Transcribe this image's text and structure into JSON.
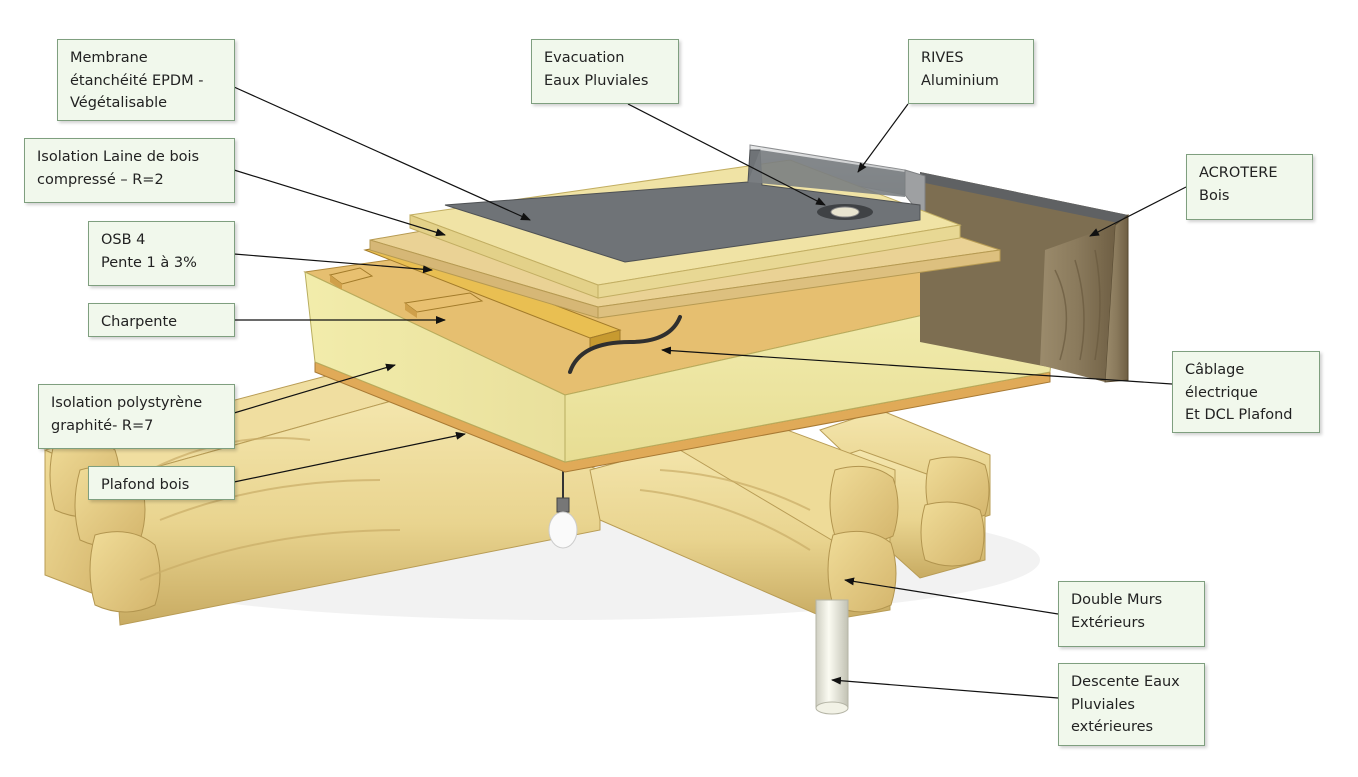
{
  "labels": {
    "membrane": [
      "Membrane",
      "étanchéité EPDM -",
      "Végétalisable"
    ],
    "evacuation": [
      "Evacuation",
      "Eaux Pluviales"
    ],
    "rives": [
      "RIVES",
      "Aluminium"
    ],
    "acrotere": [
      "ACROTERE",
      "Bois"
    ],
    "isolation_laine": [
      "Isolation Laine de bois",
      "compressé – R=2"
    ],
    "osb": [
      "OSB 4",
      "Pente 1 à 3%"
    ],
    "charpente": [
      "Charpente"
    ],
    "cablage": [
      "Câblage",
      "électrique",
      "Et DCL Plafond"
    ],
    "isolation_poly": [
      "Isolation polystyrène",
      "graphité- R=7"
    ],
    "plafond": [
      "Plafond bois"
    ],
    "double_murs": [
      "Double Murs",
      "Extérieurs"
    ],
    "descente": [
      "Descente Eaux",
      "Pluviales",
      "extérieures"
    ]
  },
  "colors": {
    "label_background": "#f1f8ec",
    "label_border": "#7f9f7f",
    "membrane": "#6f7377",
    "wool_insulation": "#efe2a2",
    "osb": "#e9cf8a",
    "polystyrene": "#f0eaa8",
    "ceiling_wood": "#e4b060",
    "logs": "#e8d48e",
    "acrotere_wood": "#8a7a5c",
    "aluminium": "#c4c6c8",
    "downpipe": "#efefe2"
  }
}
